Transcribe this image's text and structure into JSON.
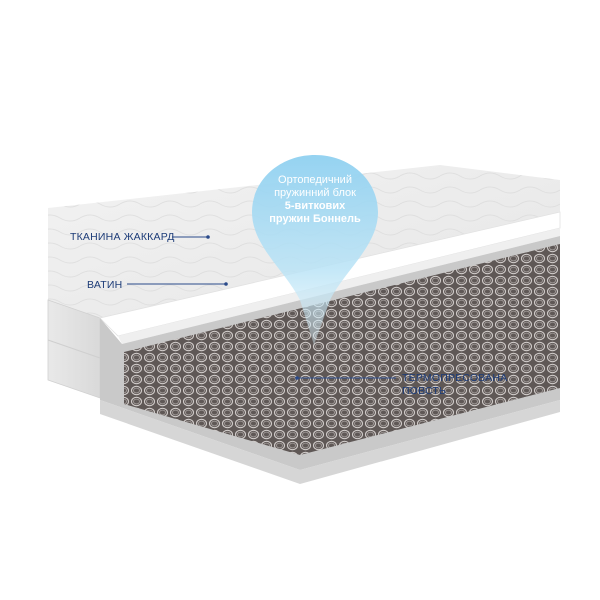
{
  "labels": {
    "fabric": "ТКАНИНА ЖАККАРД",
    "batting": "ВАТИН",
    "felt_line1": "ТЕРМОПРЕСОВАНА",
    "felt_line2": "ПОВСТЬ"
  },
  "callout": {
    "line1": "Ортопедичний",
    "line2": "пружинний блок",
    "line3": "5-виткових",
    "line4": "пружин Боннель"
  },
  "colors": {
    "label_text": "#1d3c78",
    "leader_line": "#2a4a8a",
    "callout_fill": "#a8dbf3",
    "spring_block": "#5f5856",
    "spring_coil": "#c9c4c2",
    "quilt_cover": "#f6f6f6"
  },
  "icons": {
    "leader_marker": "dot"
  }
}
